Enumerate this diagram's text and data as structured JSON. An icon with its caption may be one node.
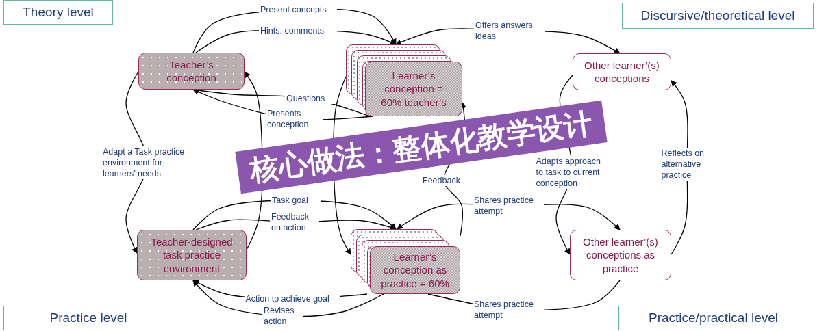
{
  "diagram": {
    "nodes": [
      {
        "text": [
          "Theory level"
        ]
      },
      {
        "text": [
          "Discursive/theoretical level"
        ]
      },
      {
        "text": [
          "Teacher’s conception"
        ]
      },
      {
        "text": [
          "Learner’s conception = 60% teacher’s"
        ]
      },
      {
        "text": [
          "Other learner’(s) conceptions"
        ]
      },
      {
        "text": [
          "Teacher-designed task practice environment"
        ]
      },
      {
        "text": [
          "Learner’s conception as practice = 60%"
        ]
      },
      {
        "text": [
          "Other learner’(s) conceptions as practice"
        ]
      },
      {
        "text": [
          "Practice level"
        ]
      },
      {
        "text": [
          "Practice/practical level"
        ]
      }
    ],
    "edges": [
      {
        "from": 2,
        "to": 3,
        "arrow": "to",
        "label": "Present concepts"
      },
      {
        "from": 2,
        "to": 3,
        "arrow": "to",
        "label": "Hints, comments"
      },
      {
        "from": 3,
        "to": 2,
        "arrow": "to",
        "label": "Questions"
      },
      {
        "from": 3,
        "to": 2,
        "arrow": "to",
        "label": "Presents conception"
      },
      {
        "from": 2,
        "to": 5,
        "arrow": "to",
        "label": "Adapt a Task practice environment for learners’ needs"
      },
      {
        "from": 5,
        "to": 2,
        "arrow": "to"
      },
      {
        "from": 3,
        "to": 6,
        "arrow": "to"
      },
      {
        "from": 6,
        "to": 3,
        "arrow": "to",
        "label": "Feedback"
      },
      {
        "from": 5,
        "to": 6,
        "arrow": "to",
        "label": "Task goal"
      },
      {
        "from": 5,
        "to": 6,
        "arrow": "to",
        "label": "Feedback on action"
      },
      {
        "from": 6,
        "to": 5,
        "arrow": "to",
        "label": "Action to achieve goal"
      },
      {
        "from": 6,
        "to": 5,
        "arrow": "to",
        "label": "Revises action"
      },
      {
        "from": 3,
        "to": 4,
        "arrow": "both",
        "label": "Offers answers, ideas"
      },
      {
        "from": 4,
        "to": 7,
        "arrow": "to",
        "label": "Adapts approach to task to current conception"
      },
      {
        "from": 7,
        "to": 4,
        "arrow": "to",
        "label": "Reflects on alternative practice"
      },
      {
        "from": 6,
        "to": 7,
        "arrow": "both",
        "label": "Shares practice attempt"
      },
      {
        "from": 6,
        "to": 7,
        "arrow": "none",
        "label": "Shares practice attempt"
      }
    ],
    "labels": [
      "核心做法：整体化教学设计"
    ]
  }
}
